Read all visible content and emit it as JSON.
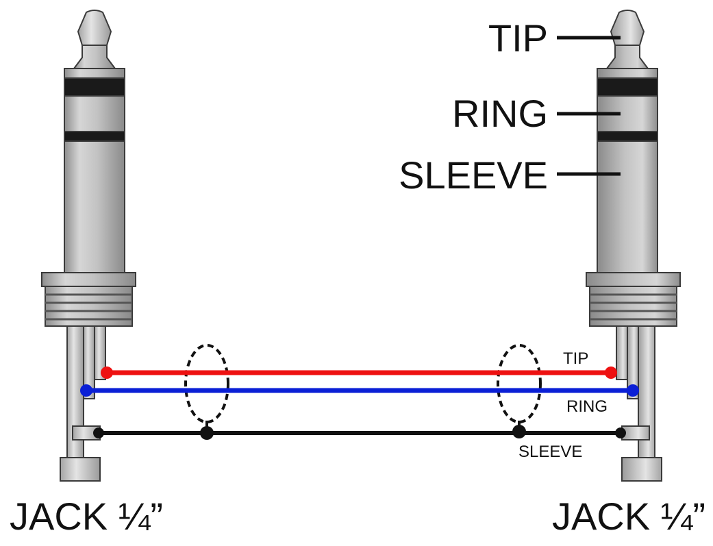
{
  "labels": {
    "right_plug_tip": "TIP",
    "right_plug_ring": "RING",
    "right_plug_sleeve": "SLEEVE",
    "wire_tip": "TIP",
    "wire_ring": "RING",
    "wire_sleeve": "SLEEVE",
    "left_jack": "JACK ¼”",
    "right_jack": "JACK ¼”"
  },
  "colors": {
    "tip_wire": "#ee1111",
    "ring_wire": "#0a1fd6",
    "sleeve_wire": "#111111",
    "plug_body": "#b9b9b9",
    "plug_band": "#1a1a1a",
    "outline": "#3a3a3a"
  }
}
